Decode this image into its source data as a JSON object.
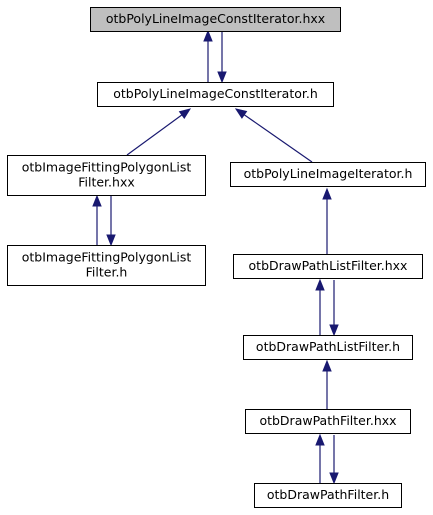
{
  "colors": {
    "highlight_fill": "#bfbfbf",
    "node_fill": "#ffffff",
    "node_border": "#000000",
    "edge": "#191970"
  },
  "nodes": [
    {
      "id": "polyline-image-const-iterator-hxx",
      "lines": [
        "otbPolyLineImageConstIterator.hxx"
      ],
      "highlight": true
    },
    {
      "id": "polyline-image-const-iterator-h",
      "lines": [
        "otbPolyLineImageConstIterator.h"
      ],
      "highlight": false
    },
    {
      "id": "image-fitting-polygon-list-filter-hxx",
      "lines": [
        "otbImageFittingPolygonList",
        "Filter.hxx"
      ],
      "highlight": false
    },
    {
      "id": "polyline-image-iterator-h",
      "lines": [
        "otbPolyLineImageIterator.h"
      ],
      "highlight": false
    },
    {
      "id": "image-fitting-polygon-list-filter-h",
      "lines": [
        "otbImageFittingPolygonList",
        "Filter.h"
      ],
      "highlight": false
    },
    {
      "id": "draw-path-list-filter-hxx",
      "lines": [
        "otbDrawPathListFilter.hxx"
      ],
      "highlight": false
    },
    {
      "id": "draw-path-list-filter-h",
      "lines": [
        "otbDrawPathListFilter.h"
      ],
      "highlight": false
    },
    {
      "id": "draw-path-filter-hxx",
      "lines": [
        "otbDrawPathFilter.hxx"
      ],
      "highlight": false
    },
    {
      "id": "draw-path-filter-h",
      "lines": [
        "otbDrawPathFilter.h"
      ],
      "highlight": false
    }
  ],
  "edges": [
    {
      "from": "polyline-image-const-iterator-h",
      "to": "polyline-image-const-iterator-hxx"
    },
    {
      "from": "polyline-image-const-iterator-hxx",
      "to": "polyline-image-const-iterator-h"
    },
    {
      "from": "image-fitting-polygon-list-filter-hxx",
      "to": "polyline-image-const-iterator-h"
    },
    {
      "from": "polyline-image-iterator-h",
      "to": "polyline-image-const-iterator-h"
    },
    {
      "from": "image-fitting-polygon-list-filter-h",
      "to": "image-fitting-polygon-list-filter-hxx"
    },
    {
      "from": "image-fitting-polygon-list-filter-hxx",
      "to": "image-fitting-polygon-list-filter-h"
    },
    {
      "from": "draw-path-list-filter-hxx",
      "to": "polyline-image-iterator-h"
    },
    {
      "from": "draw-path-list-filter-h",
      "to": "draw-path-list-filter-hxx"
    },
    {
      "from": "draw-path-list-filter-hxx",
      "to": "draw-path-list-filter-h"
    },
    {
      "from": "draw-path-filter-hxx",
      "to": "draw-path-list-filter-h"
    },
    {
      "from": "draw-path-filter-h",
      "to": "draw-path-filter-hxx"
    },
    {
      "from": "draw-path-filter-hxx",
      "to": "draw-path-filter-h"
    }
  ]
}
